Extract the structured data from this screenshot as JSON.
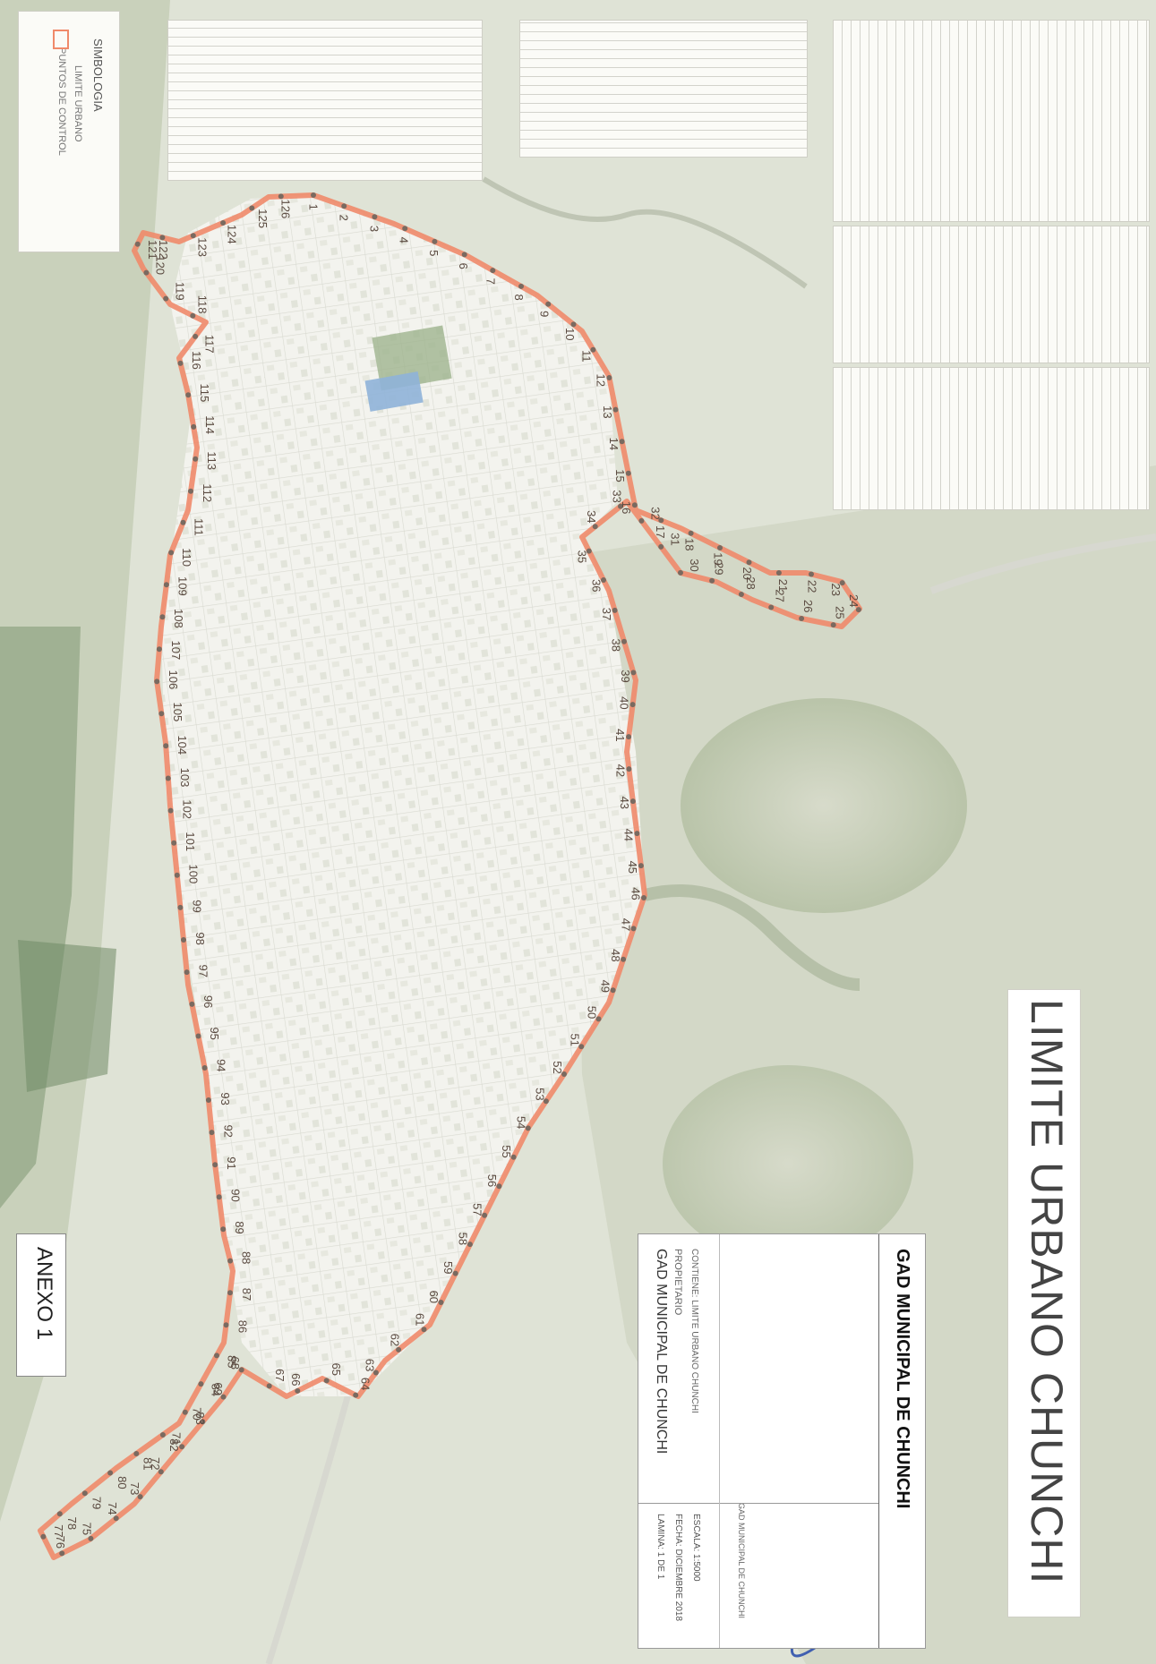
{
  "title": "LIMITE URBANO CHUNCHI",
  "annex_label": "ANEXO 1",
  "legend": {
    "heading": "SIMBOLOGIA",
    "items": [
      "LIMITE URBANO",
      "PUNTOS DE CONTROL"
    ]
  },
  "title_block": {
    "header": "GAD MUNICIPAL DE CHUNCHI",
    "owner_label": "PROPIETARIO",
    "owner": "GAD MUNICIPAL DE CHUNCHI",
    "contents_label": "CONTIENE: LIMITE URBANO CHUNCHI",
    "scale": "ESCALA: 1:5000",
    "date": "FECHA: DICIEMBRE 2018",
    "sheet": "LAMINA: 1 DE 1",
    "signature_caption": "GAD MUNICIPAL DE CHUNCHI"
  },
  "colors": {
    "boundary": "#f08a6a",
    "points": "#7a6a60",
    "urban": "#f1f1ec",
    "terrain_dark": "#7e9872",
    "terrain_light": "#c8ceb8",
    "stamp_blue": "#5b7fc4"
  },
  "boundary_points": [
    "1",
    "2",
    "3",
    "4",
    "5",
    "6",
    "7",
    "8",
    "9",
    "10",
    "11",
    "12",
    "13",
    "14",
    "15",
    "16",
    "17",
    "18",
    "19",
    "20",
    "21",
    "22",
    "23",
    "24",
    "25",
    "26",
    "27",
    "28",
    "29",
    "30",
    "31",
    "32",
    "33",
    "34",
    "35",
    "36",
    "37",
    "38",
    "39",
    "40",
    "41",
    "42",
    "43",
    "44",
    "45",
    "46",
    "47",
    "48",
    "49",
    "50",
    "51",
    "52",
    "53",
    "54",
    "55",
    "56",
    "57",
    "58",
    "59",
    "60",
    "61",
    "62",
    "63",
    "64",
    "65",
    "66",
    "67",
    "68",
    "69",
    "70",
    "71",
    "72",
    "73",
    "74",
    "75",
    "76",
    "77",
    "78",
    "79",
    "80",
    "81",
    "82",
    "83",
    "84",
    "85",
    "86",
    "87",
    "88",
    "89",
    "90",
    "91",
    "92",
    "93",
    "94",
    "95",
    "96",
    "97",
    "98",
    "99",
    "100",
    "101",
    "102",
    "103",
    "104",
    "105",
    "106",
    "107",
    "108",
    "109",
    "110",
    "111",
    "112",
    "113",
    "114",
    "115",
    "116",
    "117",
    "118",
    "119",
    "120",
    "121",
    "122",
    "123",
    "124",
    "125",
    "126"
  ]
}
